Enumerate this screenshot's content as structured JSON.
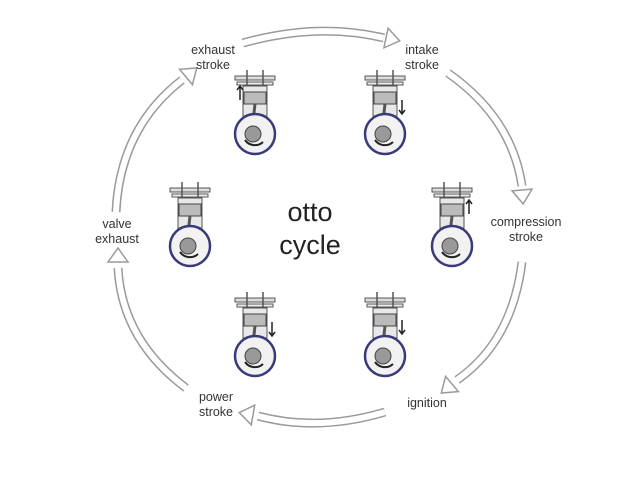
{
  "title": {
    "line1": "otto",
    "line2": "cycle"
  },
  "stages": [
    {
      "id": "exhaust-stroke",
      "line1": "exhaust",
      "line2": "stroke"
    },
    {
      "id": "intake-stroke",
      "line1": "intake",
      "line2": "stroke"
    },
    {
      "id": "compression-stroke",
      "line1": "compression",
      "line2": "stroke"
    },
    {
      "id": "ignition",
      "line1": "ignition",
      "line2": ""
    },
    {
      "id": "power-stroke",
      "line1": "power",
      "line2": "stroke"
    },
    {
      "id": "valve-exhaust",
      "line1": "valve",
      "line2": "exhaust"
    }
  ],
  "colors": {
    "arrow_stroke": "#9a9a9a",
    "piston_fill": "#c8c8c8",
    "crank_stroke": "#3a3a7a"
  }
}
